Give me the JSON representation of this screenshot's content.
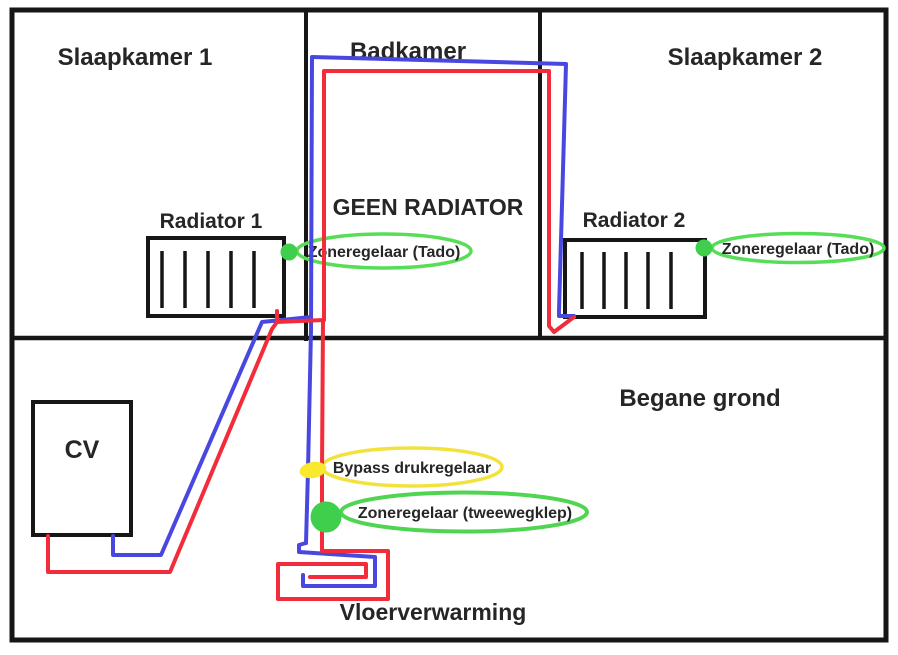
{
  "diagram": {
    "title_hint": "heating-system-floorplan",
    "background": "#ffffff",
    "wall_color": "#161616",
    "pipe_colors": {
      "hot": "#f22c3a",
      "cold": "#4848e0"
    },
    "floors": {
      "upper": {
        "rooms": [
          {
            "label": "Slaapkamer 1"
          },
          {
            "label": "Badkamer"
          },
          {
            "label": "Slaapkamer 2"
          }
        ],
        "note": "GEEN RADIATOR",
        "radiators": [
          {
            "label": "Radiator 1"
          },
          {
            "label": "Radiator 2"
          }
        ]
      },
      "ground": {
        "label": "Begane grond",
        "boiler_label": "CV",
        "floor_heating_label": "Vloerverwarming"
      }
    },
    "annotations": {
      "tado1": {
        "label": "Zoneregelaar (Tado)",
        "marker_color": "#3fcf4c",
        "ring_color": "#57dd57"
      },
      "tado2": {
        "label": "Zoneregelaar (Tado)",
        "marker_color": "#3fcf4c",
        "ring_color": "#57dd57"
      },
      "bypass": {
        "label": "Bypass drukregelaar",
        "marker_color": "#f8e82e",
        "ring_color": "#f2e33c"
      },
      "tweewegklep": {
        "label": "Zoneregelaar (tweewegklep)",
        "marker_color": "#3fcf4c",
        "ring_color": "#4fd552"
      }
    }
  }
}
